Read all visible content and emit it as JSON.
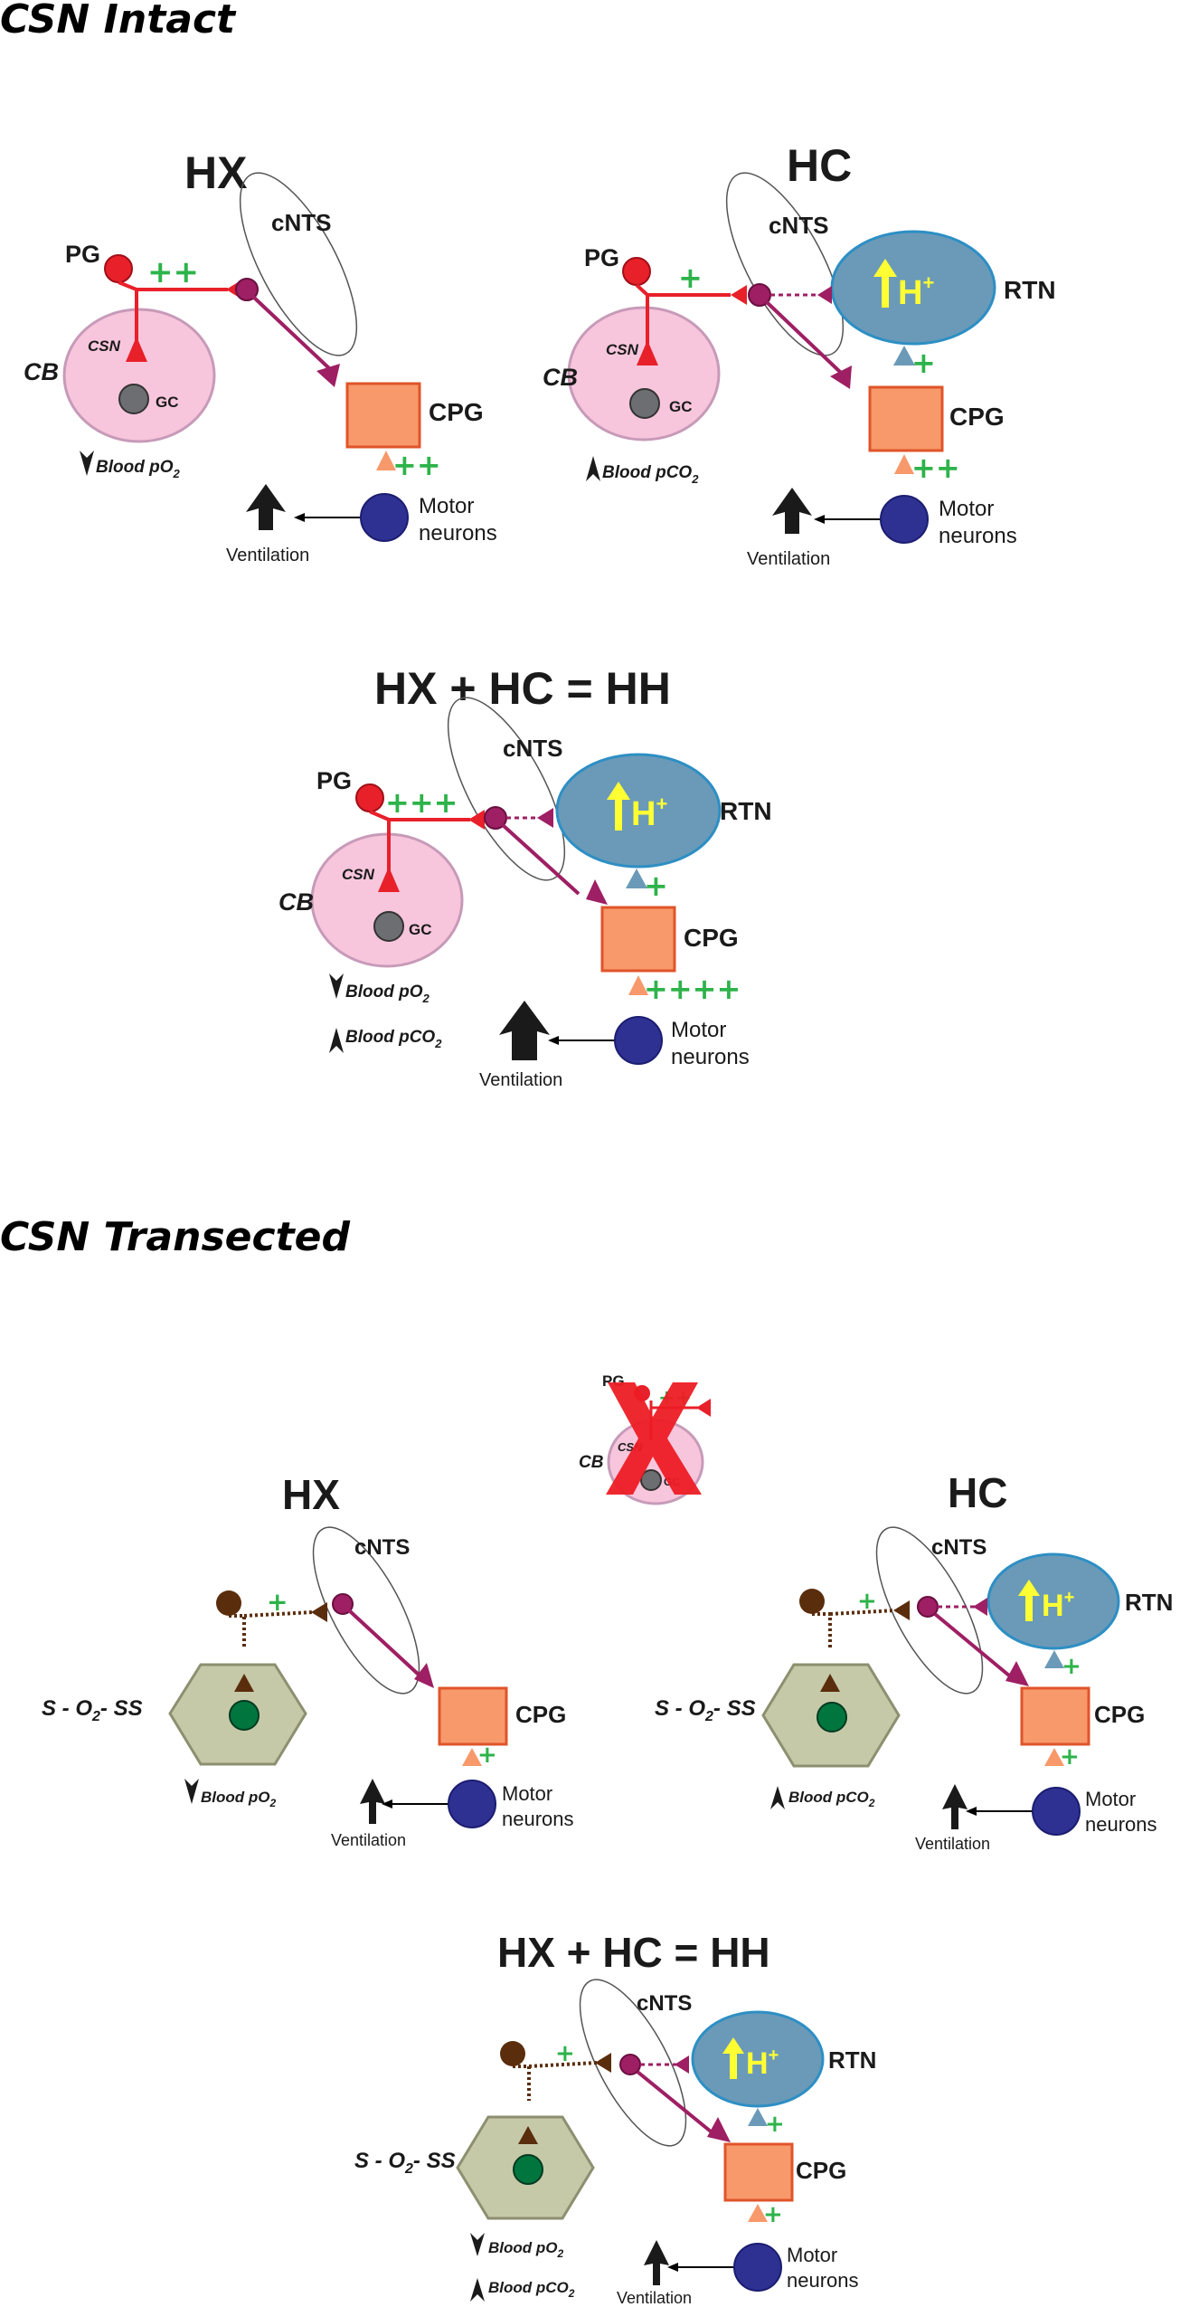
{
  "sections": {
    "intact_title": "CSN Intact",
    "transected_title": "CSN Transected"
  },
  "labels": {
    "hx": "HX",
    "hc": "HC",
    "hh": "HX + HC = HH",
    "pg": "PG",
    "cb": "CB",
    "csn": "CSN",
    "gc": "GC",
    "cnts": "cNTS",
    "cpg": "CPG",
    "rtn": "RTN",
    "h_ion": "H",
    "h_sup": "+",
    "motor1": "Motor",
    "motor2": "neurons",
    "ventilation": "Ventilation",
    "blood_po2_a": "Blood pO",
    "blood_pco2_a": "Blood pCO",
    "sub2": "2",
    "sss": "S - O",
    "sss_tail": "- SS",
    "ss_sub": "2"
  },
  "plus_marks": {
    "one": "+",
    "two": "++",
    "three": "+++",
    "four": "++++"
  },
  "colors": {
    "cb_fill": "#f7c6dc",
    "cb_stroke": "#c79ab8",
    "pg_red": "#e8202a",
    "gc_gray": "#6d6e71",
    "cpg_fill": "#f7996b",
    "cpg_stroke": "#e0542a",
    "rtn_fill": "#6b9ab8",
    "rtn_stroke": "#2d8fc4",
    "motor_blue": "#2e3192",
    "cnts_purple": "#9e1f63",
    "green_plus": "#2db34a",
    "hex_fill": "#c5c9a8",
    "hex_stroke": "#8c9070",
    "brown": "#5a2d0c",
    "x_red": "#ed1c24"
  }
}
